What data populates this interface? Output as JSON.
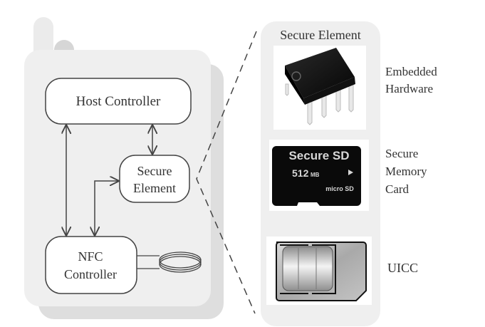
{
  "diagram": {
    "phone": {
      "host_controller": "Host Controller",
      "secure_element": [
        "Secure",
        "Element"
      ],
      "nfc_controller": [
        "NFC",
        "Controller"
      ]
    },
    "panel": {
      "title": "Secure Element",
      "items": [
        {
          "name": "embedded-hardware",
          "label": [
            "Embedded",
            "Hardware"
          ],
          "icon": "ic-chip-icon"
        },
        {
          "name": "secure-memory-card",
          "label": [
            "Secure",
            "Memory",
            "Card"
          ],
          "icon": "microsd-card-icon",
          "card_text": {
            "brand": "Secure SD",
            "capacity": "512",
            "unit": "MB",
            "logo": "micro SD"
          }
        },
        {
          "name": "uicc",
          "label": [
            "UICC"
          ],
          "icon": "sim-card-icon"
        }
      ]
    },
    "colors": {
      "phone_body": "#efefef",
      "phone_shadow": "#dcdcdc",
      "line": "#444444"
    }
  }
}
